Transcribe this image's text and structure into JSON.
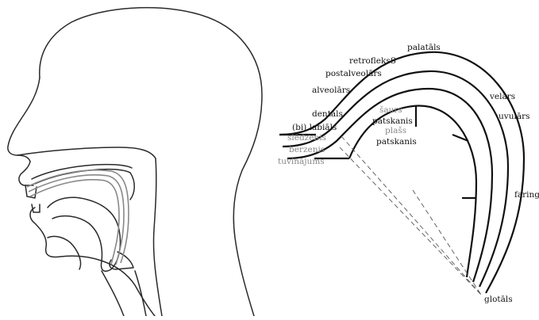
{
  "places_of_articulation": {
    "palatals": "palatāls",
    "retrofleks": "retrofleksS",
    "postalveolars": "postalveolārs",
    "alveolars": "alveolārs",
    "dentals": "dentāls",
    "bilabials": "(bi) labiāls",
    "velars": "velārs",
    "uvulars": "uvulārs",
    "faringals": "faringāls",
    "glotals": "glotāls"
  },
  "manners": {
    "sledzenis": "slēdzenis",
    "berzenis": "berzenis",
    "tuvinajums": "tuvinājums"
  },
  "tongue_positions": {
    "saurs": "šaurs",
    "patskanis_upper": "patskanis",
    "plats": "plašs",
    "patskanis_lower": "patskanis"
  }
}
